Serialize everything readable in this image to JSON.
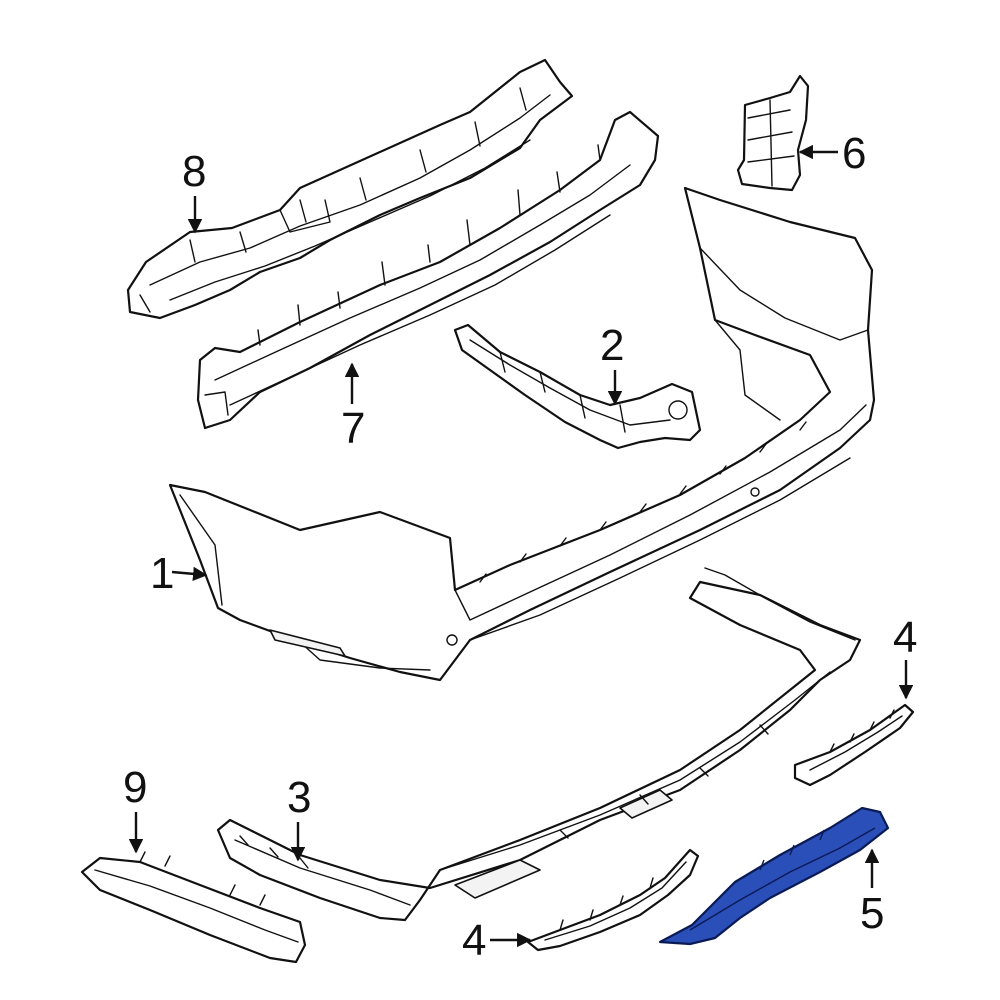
{
  "diagram": {
    "highlight_color": "#2b4fb8",
    "callouts": [
      {
        "label": "1"
      },
      {
        "label": "2"
      },
      {
        "label": "3"
      },
      {
        "label": "4"
      },
      {
        "label": "4"
      },
      {
        "label": "5"
      },
      {
        "label": "6"
      },
      {
        "label": "7"
      },
      {
        "label": "8"
      },
      {
        "label": "9"
      }
    ]
  }
}
